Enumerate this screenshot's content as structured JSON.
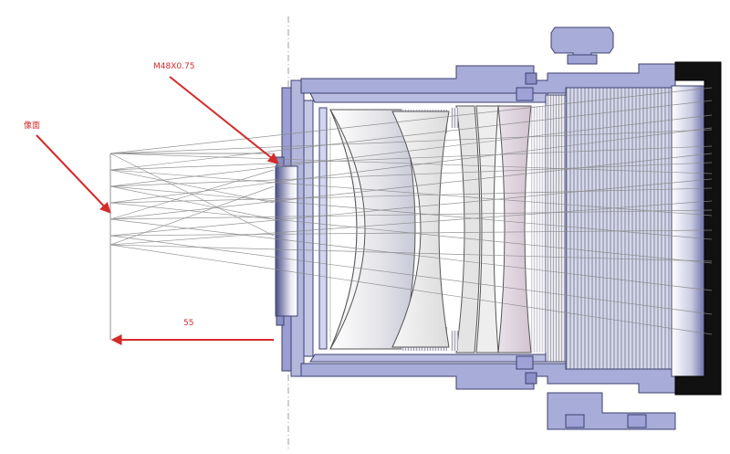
{
  "annotations": {
    "thread_label": "M48X0.75",
    "image_plane_label": "像面",
    "distance_label": "55"
  },
  "colors": {
    "housing_fill": "#a8acd8",
    "housing_dark": "#7b80b8",
    "housing_stroke": "#3d4170",
    "lens_fill": "#ececec",
    "lens_stroke": "#555555",
    "ray": "#8a8a8a",
    "annotation": "#d42a2a",
    "rim_black": "#111111"
  },
  "icons": {
    "thread_arrow": "arrow-down-right-icon",
    "image_plane_arrow": "arrow-down-right-icon",
    "distance_arrow": "arrow-left-icon"
  }
}
